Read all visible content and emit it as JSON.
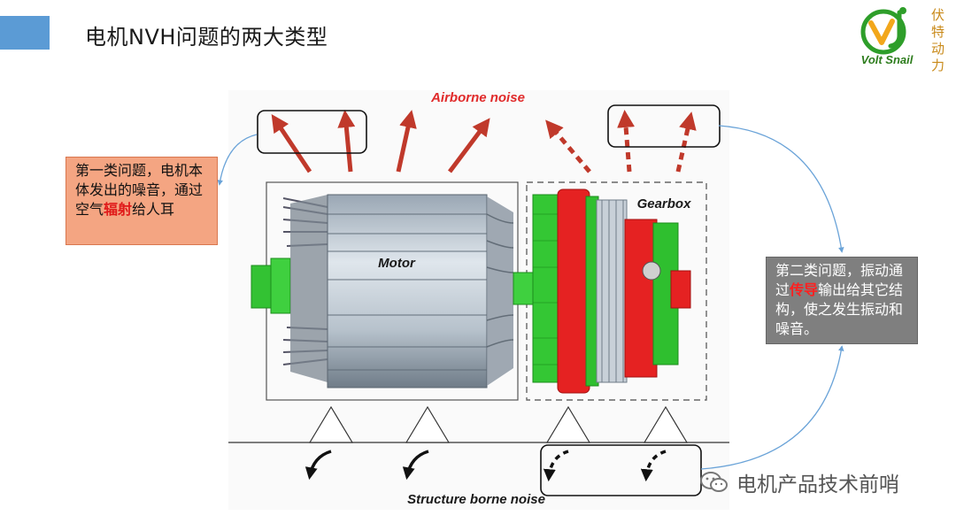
{
  "slide": {
    "title": "电机NVH问题的两大类型",
    "accent_color": "#5b9bd5"
  },
  "logo": {
    "brand": "Volt Snail",
    "chinese": "伏特动力"
  },
  "figure": {
    "airborne_label": "Airborne noise",
    "motor_label": "Motor",
    "gearbox_label": "Gearbox",
    "structure_label": "Structure borne noise"
  },
  "callout_1": {
    "pre": "第一类问题，电机本体发出的噪音，通过空气",
    "highlight": "辐射",
    "post": "给人耳"
  },
  "callout_2": {
    "pre": "第二类问题，振动通过",
    "highlight": "传导",
    "post": "输出给其它结构，使之发生振动和噪音。"
  },
  "watermark": {
    "text": "电机产品技术前哨",
    "icon": "wechat-icon"
  },
  "colors": {
    "arrow_red": "#c0392b",
    "gear_red": "#e52222",
    "gear_green": "#33c233",
    "callout_1_bg": "#f4a582",
    "callout_2_bg": "#7f7f7f",
    "link_blue": "#6aa3d8"
  }
}
